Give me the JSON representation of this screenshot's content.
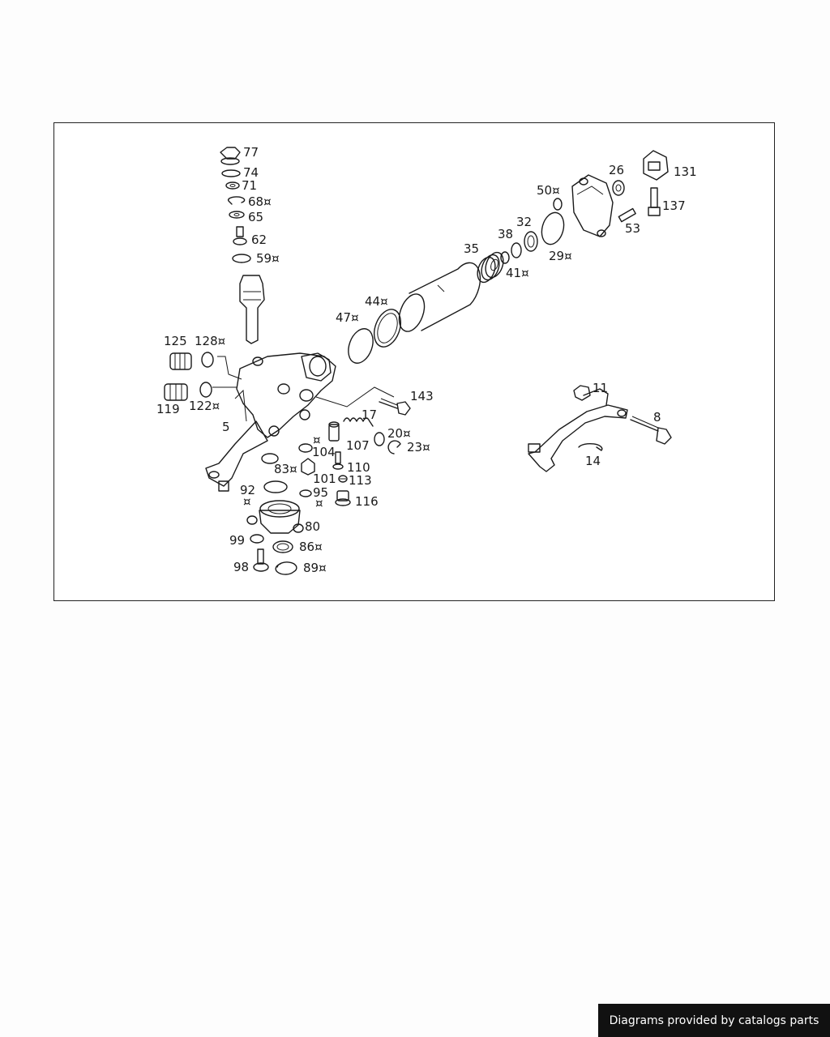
{
  "diagram": {
    "callouts": [
      "77",
      "74",
      "71",
      "68¤",
      "65",
      "62",
      "59¤",
      "125",
      "128¤",
      "119",
      "122¤",
      "5",
      "47¤",
      "44¤",
      "35",
      "38",
      "41¤",
      "32",
      "50¤",
      "29¤",
      "26",
      "131",
      "137",
      "53",
      "143",
      "17",
      "20¤",
      "23¤",
      "104",
      "107",
      "110",
      "101",
      "113",
      "83¤",
      "92",
      "¤",
      "95",
      "¤",
      "116",
      "80",
      "99",
      "86¤",
      "98",
      "89¤",
      "11",
      "8",
      "14",
      "¤"
    ]
  },
  "footer": {
    "text": "Diagrams provided by catalogs parts"
  }
}
